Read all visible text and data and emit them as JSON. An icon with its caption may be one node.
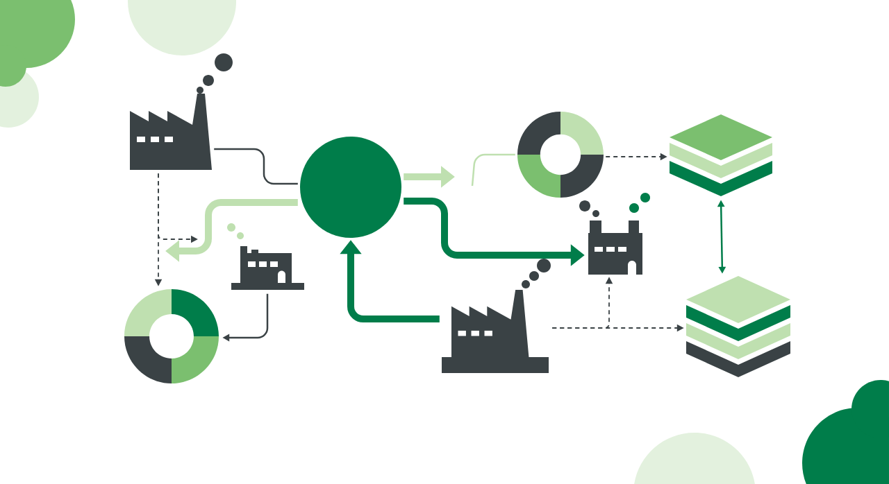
{
  "diagram": {
    "nodes": [
      {
        "text": [],
        "shape": "picture"
      },
      {
        "text": [],
        "shape": "circle"
      },
      {
        "text": [],
        "shape": "picture"
      },
      {
        "text": [],
        "shape": "picture"
      },
      {
        "text": [],
        "shape": "picture"
      },
      {
        "text": [],
        "shape": "picture"
      },
      {
        "text": [],
        "shape": "picture"
      },
      {
        "text": [],
        "shape": "picture"
      },
      {
        "text": [],
        "shape": "picture"
      }
    ],
    "edges": [
      {
        "from": 0,
        "to": 1,
        "arrow": "none"
      },
      {
        "from": 1,
        "to": null,
        "arrow": "to",
        "style": "thick",
        "color": "#bfe0b0"
      },
      {
        "from": 0,
        "to": 6,
        "arrow": "to",
        "style": "dashed"
      },
      {
        "from": 0,
        "to": null,
        "arrow": "to",
        "style": "dashed"
      },
      {
        "from": 4,
        "to": 6,
        "arrow": "to"
      },
      {
        "from": 7,
        "to": 1,
        "arrow": "to",
        "style": "thick",
        "color": "#007d4a"
      },
      {
        "from": 1,
        "to": null,
        "arrow": "to",
        "style": "thick",
        "color": "#bfe0b0"
      },
      {
        "from": null,
        "to": 2,
        "arrow": "none",
        "color": "#bfe0b0"
      },
      {
        "from": 1,
        "to": 5,
        "arrow": "to",
        "style": "thick",
        "color": "#007d4a"
      },
      {
        "from": 2,
        "to": 3,
        "arrow": "to",
        "style": "dashed"
      },
      {
        "from": 3,
        "to": 8,
        "arrow": "both",
        "color": "#007d4a"
      },
      {
        "from": 7,
        "to": 8,
        "arrow": "to",
        "style": "dashed"
      },
      {
        "from": 7,
        "to": 5,
        "arrow": "to",
        "style": "dashed"
      }
    ]
  }
}
